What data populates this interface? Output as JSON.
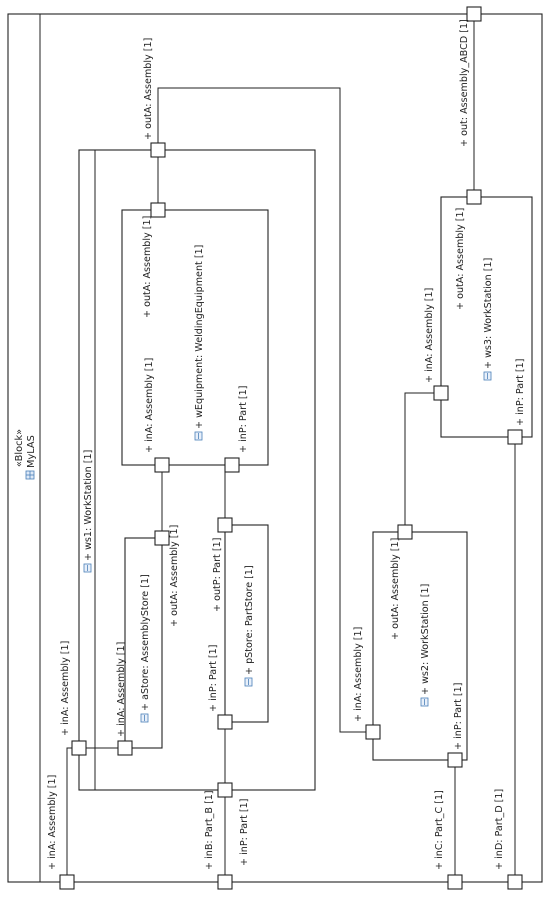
{
  "block": {
    "stereotype": "«Block»",
    "name": "MyLAS"
  },
  "ports": {
    "inA": "+ inA: Assembly [1]",
    "inB": "+ inB: Part_B [1]",
    "inC": "+ inC: Part_C [1]",
    "inD": "+ inD: Part_D [1]",
    "out": "+ out: Assembly_ABCD [1]"
  },
  "ws1": {
    "name": "+ ws1: WorkStation [1]",
    "inA": "+ inA: Assembly [1]",
    "inP": "+ inP: Part [1]",
    "outA": "+ outA: Assembly [1]",
    "aStore": {
      "name": "+ aStore: AssemblyStore [1]",
      "inA": "+ inA: Assembly [1]",
      "outA": "+ outA: Assembly [1]"
    },
    "pStore": {
      "name": "+ pStore: PartStore [1]",
      "inP": "+ inP: Part [1]",
      "outP": "+ outP: Part [1]"
    },
    "wEquipment": {
      "name": "+ wEquipment: WeldingEquipment [1]",
      "inA": "+ inA: Assembly [1]",
      "inP": "+ inP: Part [1]",
      "outA": "+ outA: Assembly [1]"
    }
  },
  "ws2": {
    "name": "+ ws2: WorkStation [1]",
    "inA": "+ inA: Assembly [1]",
    "inP": "+ inP: Part [1]",
    "outA": "+ outA: Assembly [1]"
  },
  "ws3": {
    "name": "+ ws3: WorkStation [1]",
    "inA": "+ inA: Assembly [1]",
    "inP": "+ inP: Part [1]",
    "outA": "+ outA: Assembly [1]"
  }
}
